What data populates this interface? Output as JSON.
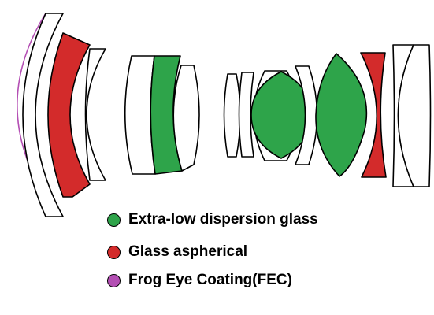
{
  "colors": {
    "ed_glass": "#2ea44a",
    "aspherical": "#d32b2b",
    "fec": "#b44fb4",
    "outline": "#000000",
    "clear_glass": "#ffffff"
  },
  "legend": [
    {
      "key": "ed",
      "label": "Extra-low dispersion glass",
      "color": "#2ea44a"
    },
    {
      "key": "asph",
      "label": "Glass aspherical",
      "color": "#d32b2b"
    },
    {
      "key": "fec",
      "label": "Frog  Eye Coating(FEC)",
      "color": "#b44fb4"
    }
  ]
}
